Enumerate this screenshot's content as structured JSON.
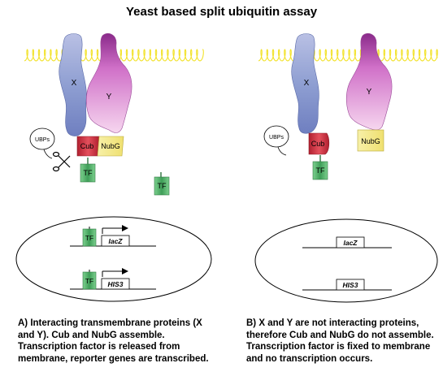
{
  "title": "Yeast based split ubiquitin assay",
  "panel_a": {
    "protein_x": "X",
    "protein_y": "Y",
    "ubps": "UBPs",
    "cub": "Cub",
    "nubg": "NubG",
    "tf": "TF",
    "tf_free": "TF",
    "reporters": [
      {
        "tf": "TF",
        "gene": "lacZ"
      },
      {
        "tf": "TF",
        "gene": "HIS3"
      }
    ],
    "caption": "A) Interacting transmembrane proteins (X and Y). Cub and NubG assemble. Transcription factor is released from membrane, reporter genes are transcribed."
  },
  "panel_b": {
    "protein_x": "X",
    "protein_y": "Y",
    "ubps": "UBPs",
    "cub": "Cub",
    "nubg": "NubG",
    "tf": "TF",
    "reporters": [
      {
        "gene": "lacZ"
      },
      {
        "gene": "HIS3"
      }
    ],
    "caption": "B) X and Y are not interacting proteins, therefore Cub and NubG do not assemble. Transcription factor is fixed to membrane and no transcription occurs."
  },
  "colors": {
    "membrane": "#f2e22a",
    "protein_x": "#8f9fd2",
    "protein_y": "#d98cd0",
    "cub": "#d63a4a",
    "nubg": "#f5ec8c",
    "tf": "#4aa864"
  }
}
